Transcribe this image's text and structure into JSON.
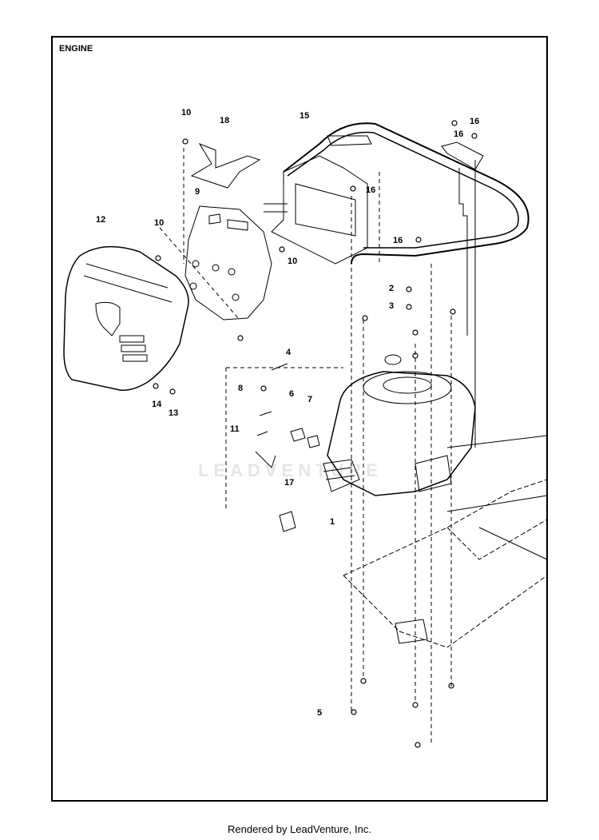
{
  "diagram": {
    "title": "ENGINE",
    "watermark": "LEADVENTURE",
    "part_labels": [
      "1",
      "2",
      "3",
      "4",
      "5",
      "6",
      "7",
      "8",
      "9",
      "10",
      "10",
      "10",
      "11",
      "12",
      "13",
      "14",
      "15",
      "16",
      "16",
      "16",
      "16",
      "17",
      "18"
    ]
  },
  "footer": {
    "text": "Rendered by LeadVenture, Inc."
  },
  "colors": {
    "line": "#000000",
    "watermark": "#e6e6e6",
    "background": "#ffffff"
  }
}
